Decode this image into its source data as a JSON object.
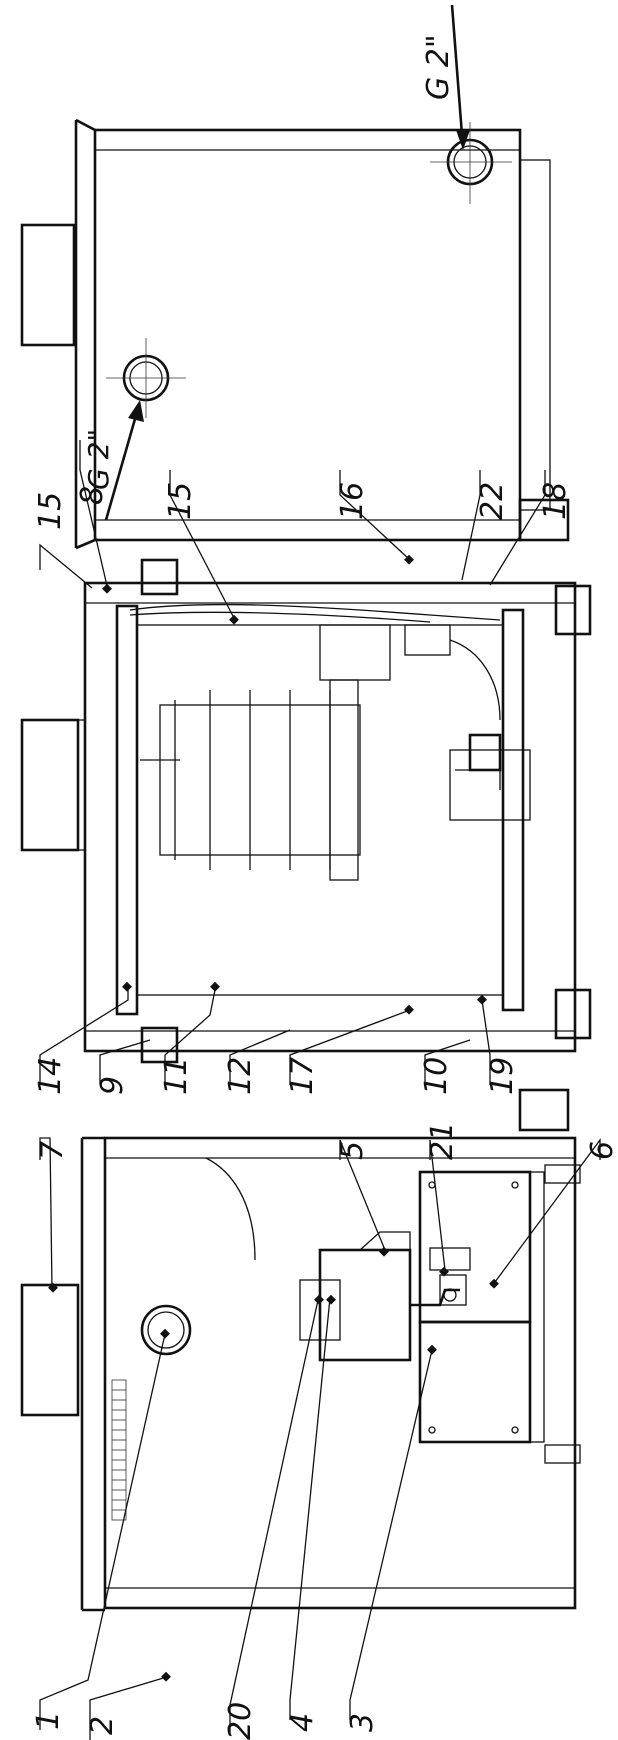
{
  "figure": {
    "views": [
      "front-view",
      "section-view",
      "side-view"
    ]
  },
  "callouts": {
    "c1": "1",
    "c2": "2",
    "c20": "20",
    "c4": "4",
    "c3": "3",
    "c7": "7",
    "c5": "5",
    "c21": "21",
    "c6": "6",
    "c14": "14",
    "c9": "9",
    "c11": "11",
    "c12": "12",
    "c17": "17",
    "c10": "10",
    "c19": "19",
    "c15a": "15",
    "c8": "8",
    "c15b": "15",
    "c16": "16",
    "c22": "22",
    "c18": "18"
  },
  "pipes": {
    "top": "G 2\"",
    "bottom": "G 2\""
  }
}
